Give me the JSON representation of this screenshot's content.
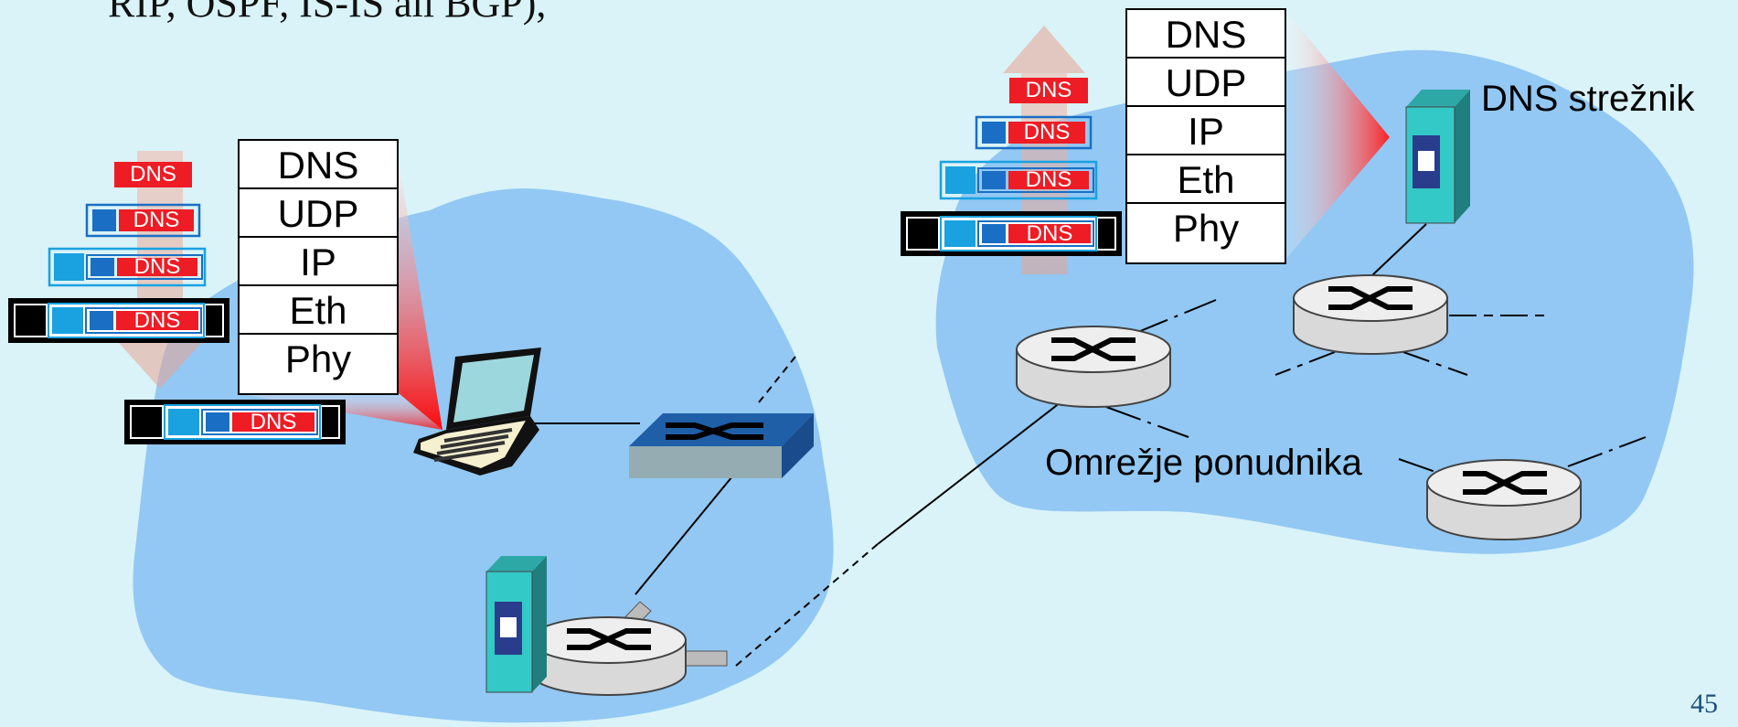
{
  "header": {
    "partial_text": "RIP, OSPF, IS-IS ali BGP),"
  },
  "left_stack": {
    "layers": [
      "DNS",
      "UDP",
      "IP",
      "Eth",
      "Phy"
    ]
  },
  "right_stack": {
    "layers": [
      "DNS",
      "UDP",
      "IP",
      "Eth",
      "Phy"
    ]
  },
  "packet": {
    "label": "DNS"
  },
  "labels": {
    "dns_server": "DNS strežnik",
    "provider_network": "Omrežje ponudnika"
  },
  "footer": {
    "page_number": "45"
  },
  "colors": {
    "background": "#d9f3f8",
    "network_cloud": "#92c8f3",
    "dns_header": "#ee1c25",
    "udp_header": "#1a6fc4",
    "ip_header": "#1aa1e0",
    "eth_header": "#000000",
    "server": "#33c9c6",
    "router": "#d9d9d9",
    "switch": "#1f5fa8"
  }
}
